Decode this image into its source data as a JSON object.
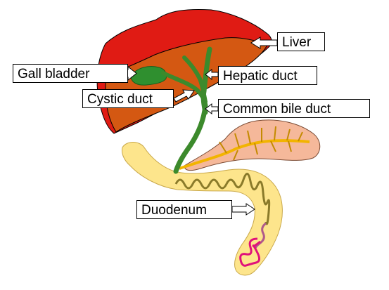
{
  "labels": {
    "liver": "Liver",
    "gall_bladder": "Gall bladder",
    "hepatic_duct": "Hepatic duct",
    "cystic_duct": "Cystic duct",
    "common_bile_duct": "Common bile duct",
    "duodenum": "Duodenum"
  },
  "colors": {
    "liver_back": "#e01b14",
    "liver_front": "#d45812",
    "gall_bladder": "#2f8f2f",
    "bile_duct": "#3c8a2c",
    "pancreas": "#f5b89a",
    "pancreatic_duct": "#f2b400",
    "duodenum": "#fde58c",
    "duodenum_coil": "#8a7a2a",
    "coil_pink": "#e0107a"
  }
}
